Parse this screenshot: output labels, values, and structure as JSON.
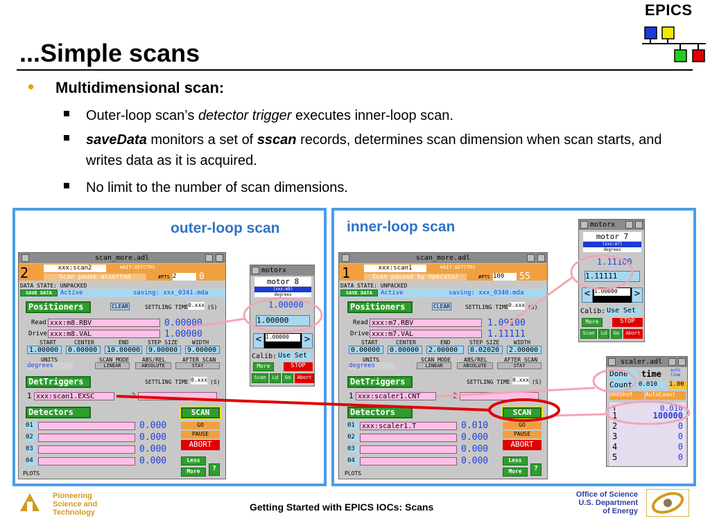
{
  "slide": {
    "title": "...Simple scans",
    "logo_text": "EPICS",
    "bullets": {
      "main": "Multidimensional scan:",
      "sub1_pre": "Outer-loop scan’s ",
      "sub1_em": "detector trigger",
      "sub1_post": " executes inner-loop scan.",
      "sub2_em1": "saveData",
      "sub2_mid": " monitors a set of ",
      "sub2_em2": "sscan",
      "sub2_post": " records, determines scan dimension when scan starts, and writes data as it is acquired.",
      "sub3": "No limit to the number of scan dimensions."
    },
    "outer_label": "outer-loop scan",
    "inner_label": "inner-loop scan",
    "footer": {
      "left1": "Pioneering",
      "left2": "Science and",
      "left3": "Technology",
      "center": "Getting Started with EPICS IOCs: Scans",
      "right1": "Office of Science",
      "right2": "U.S. Department",
      "right3": "of Energy"
    },
    "colors": {
      "accent": "#4a9de8",
      "label": "#2f73c8",
      "bullet": "#e6a100",
      "link_red": "#e00000",
      "epics_blue": "#1a3bd6",
      "epics_yellow": "#f5e600",
      "epics_green": "#22cc22",
      "epics_red": "#e00000"
    }
  },
  "outer": {
    "title": "scan_more.adl",
    "dim": "2",
    "record": "xxx:scan2",
    "wait": "WAIT:DETCTRS",
    "status": "Scan pause asserted",
    "npts_label": "#PTS",
    "npts": "2",
    "cpt": "0",
    "data_state": "DATA STATE: UNPACKED",
    "save_btn": "SAVE DATA",
    "active": "Active",
    "saving": "saving: xxx_0341.mda",
    "positioners": "Positioners",
    "clear": "CLEAR",
    "settling": "SETTLING TIME",
    "settle_val": "0.xxx",
    "settle_unit": "(S)",
    "read_label": "Read",
    "read_pv": "xxx:m8.RBV",
    "read_val": "0.00000",
    "drive_label": "Drive",
    "drive_pv": "xxx:m8.VAL",
    "drive_val": "1.00000",
    "hdr_start": "START",
    "hdr_center": "CENTER",
    "hdr_end": "END",
    "hdr_step": "STEP SIZE",
    "hdr_width": "WIDTH",
    "start": "1.00000",
    "center": "0.00000",
    "end": "10.00000",
    "step": "9.00000",
    "width": "9.00000",
    "hdr_units": "UNITS",
    "hdr_mode": "SCAN MODE",
    "hdr_absrel": "ABS/REL",
    "hdr_after": "AFTER SCAN",
    "units": "degrees",
    "mode": "LINEAR",
    "absrel": "ABSOLUTE",
    "after": "STAY",
    "dettrig": "DetTriggers",
    "trig_settle": "0.xxx",
    "trig1_num": "1",
    "trig1_pv": "xxx:scan1.EXSC",
    "trig2_num": "2",
    "detectors": "Detectors",
    "scan_btn": "SCAN",
    "go_btn": "GO",
    "pause_btn": "PAUSE",
    "abort_btn": "ABORT",
    "less_btn": "Less",
    "more_btn": "More",
    "help_btn": "?",
    "det_nums": [
      "01",
      "02",
      "03",
      "04"
    ],
    "det_vals": [
      "0.000",
      "0.000",
      "0.000",
      "0.000"
    ],
    "plots": "PLOTS"
  },
  "inner": {
    "title": "scan_more.adl",
    "dim": "1",
    "record": "xxx:scan1",
    "wait": "WAIT:DETCTRS",
    "status": "Scan paused by operator",
    "npts_label": "#PTS",
    "npts": "100",
    "cpt": "55",
    "data_state": "DATA STATE: UNPACKED",
    "save_btn": "SAVE DATA",
    "active": "Active",
    "saving": "saving: xxx_0340.mda",
    "positioners": "Positioners",
    "clear": "CLEAR",
    "settling": "SETTLING TIME",
    "settle_val": "0.xxx",
    "settle_unit": "(S)",
    "read_label": "Read",
    "read_pv": "xxx:m7.RBV",
    "read_val": "1.09100",
    "drive_label": "Drive",
    "drive_pv": "xxx:m7.VAL",
    "drive_val": "1.11111",
    "hdr_start": "START",
    "hdr_center": "CENTER",
    "hdr_end": "END",
    "hdr_step": "STEP SIZE",
    "hdr_width": "WIDTH",
    "start": "0.00000",
    "center": "0.00000",
    "end": "2.00000",
    "step": "0.02020",
    "width": "2.00000",
    "hdr_units": "UNITS",
    "hdr_mode": "SCAN MODE",
    "hdr_absrel": "ABS/REL",
    "hdr_after": "AFTER SCAN",
    "units": "degrees",
    "mode": "LINEAR",
    "absrel": "ABSOLUTE",
    "after": "STAY",
    "dettrig": "DetTriggers",
    "trig_settle": "0.xxx",
    "trig1_num": "1",
    "trig1_pv": "xxx:scaler1.CNT",
    "trig2_num": "2",
    "detectors": "Detectors",
    "scan_btn": "SCAN",
    "go_btn": "GO",
    "pause_btn": "PAUSE",
    "abort_btn": "ABORT",
    "less_btn": "Less",
    "more_btn": "More",
    "help_btn": "?",
    "det_nums": [
      "01",
      "02",
      "03",
      "04"
    ],
    "det_pv1": "xxx:scaler1.T",
    "det_vals": [
      "0.010",
      "0.000",
      "0.000",
      "0.000"
    ],
    "plots": "PLOTS"
  },
  "motor_outer": {
    "title": "motorx",
    "name": "motor 8",
    "pv": "(xxx:m8)",
    "units": "degrees",
    "rbv": "1.00000",
    "val": "1.00000",
    "twk": "1.00000",
    "left": "<",
    "right": ">",
    "calib": "Calib:",
    "use": "Use",
    "set": "Set",
    "more": "More",
    "stop": "STOP",
    "scan": "Scan",
    "ld": "Ld",
    "go": "Go",
    "abort": "Abort"
  },
  "motor_inner": {
    "title": "motorx",
    "name": "motor 7",
    "pv": "(xxx:m7)",
    "units": "degrees",
    "rbv": "1.11100",
    "val": "1.11111",
    "twk": "1.00000",
    "left": "<",
    "right": ">",
    "calib": "Calib:",
    "use": "Use",
    "set": "Set",
    "more": "More",
    "stop": "STOP",
    "scan": "Scan",
    "ld": "Ld",
    "go": "Go",
    "abort": "Abort"
  },
  "scaler": {
    "title": "scaler.adl",
    "done": "Done",
    "time_label": "time",
    "auto_time_1": "auto",
    "auto_time_2": "time",
    "count": "Count",
    "count_val": "0.010",
    "rate": "1.00",
    "oneshot": "OneShot",
    "autocount": "AutoCount",
    "t_label": "T",
    "t_val": "0.010",
    "rows": [
      {
        "n": "1",
        "v": "100000"
      },
      {
        "n": "2",
        "v": "0"
      },
      {
        "n": "3",
        "v": "0"
      },
      {
        "n": "4",
        "v": "0"
      },
      {
        "n": "5",
        "v": "0"
      }
    ]
  }
}
